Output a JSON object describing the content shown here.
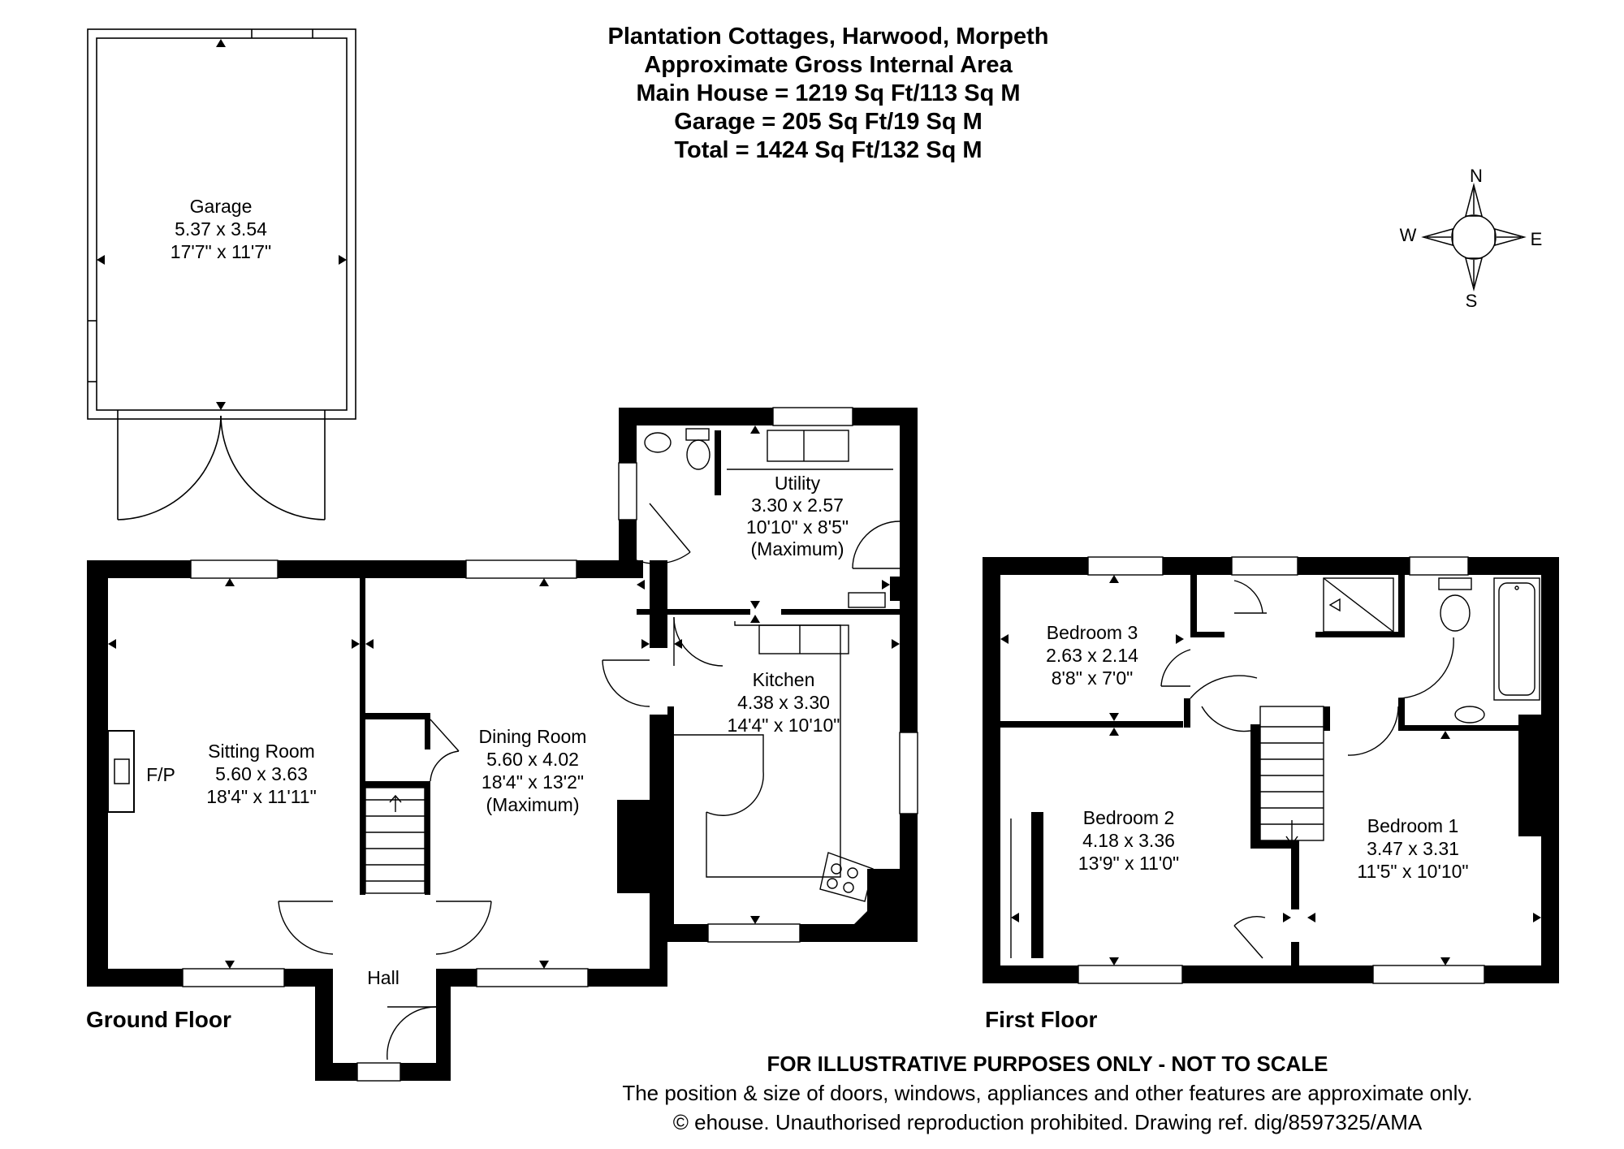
{
  "header": {
    "line1": "Plantation Cottages, Harwood, Morpeth",
    "line2": "Approximate Gross Internal Area",
    "line3": "Main House = 1219 Sq Ft/113 Sq M",
    "line4": "Garage = 205 Sq Ft/19 Sq M",
    "line5": "Total = 1424 Sq Ft/132 Sq M"
  },
  "compass": {
    "n": "N",
    "s": "S",
    "e": "E",
    "w": "W"
  },
  "rooms": {
    "garage": {
      "name": "Garage",
      "metric": "5.37 x 3.54",
      "imperial": "17'7\" x 11'7\""
    },
    "utility": {
      "name": "Utility",
      "metric": "3.30 x 2.57",
      "imperial": "10'10\" x 8'5\"",
      "note": "(Maximum)"
    },
    "kitchen": {
      "name": "Kitchen",
      "metric": "4.38 x 3.30",
      "imperial": "14'4\" x 10'10\""
    },
    "sitting": {
      "name": "Sitting Room",
      "metric": "5.60 x 3.63",
      "imperial": "18'4\" x 11'11\""
    },
    "dining": {
      "name": "Dining Room",
      "metric": "5.60 x 4.02",
      "imperial": "18'4\" x 13'2\"",
      "note": "(Maximum)"
    },
    "hall": {
      "name": "Hall"
    },
    "fireplace": {
      "name": "F/P"
    },
    "bedroom3": {
      "name": "Bedroom 3",
      "metric": "2.63 x 2.14",
      "imperial": "8'8\" x 7'0\""
    },
    "bedroom2": {
      "name": "Bedroom 2",
      "metric": "4.18 x 3.36",
      "imperial": "13'9\" x 11'0\""
    },
    "bedroom1": {
      "name": "Bedroom 1",
      "metric": "3.47 x 3.31",
      "imperial": "11'5\" x 10'10\""
    }
  },
  "floors": {
    "ground": "Ground Floor",
    "first": "First Floor"
  },
  "footer": {
    "line1": "FOR ILLUSTRATIVE PURPOSES ONLY - NOT TO SCALE",
    "line2": "The position & size of doors, windows, appliances and other features are approximate only.",
    "line3": "© ehouse. Unauthorised reproduction prohibited. Drawing ref. dig/8597325/AMA"
  }
}
